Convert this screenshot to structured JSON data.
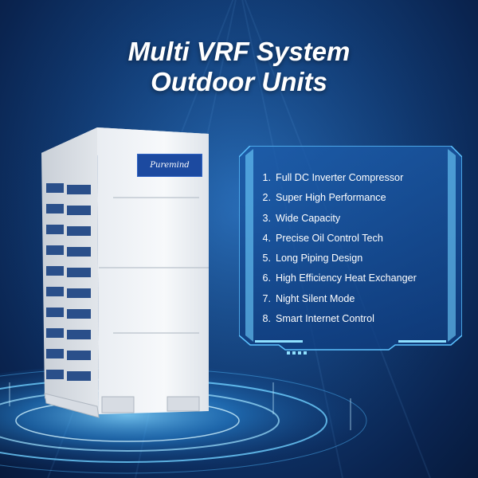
{
  "title": {
    "line1": "Multi VRF System",
    "line2": "Outdoor Units"
  },
  "brand_label": "Puremind",
  "features": [
    {
      "num": "1.",
      "text": "Full DC Inverter Compressor"
    },
    {
      "num": "2.",
      "text": "Super High Performance"
    },
    {
      "num": "3.",
      "text": "Wide Capacity"
    },
    {
      "num": "4.",
      "text": "Precise Oil Control Tech"
    },
    {
      "num": "5.",
      "text": "Long Piping Design"
    },
    {
      "num": "6.",
      "text": "High Efficiency Heat Exchanger"
    },
    {
      "num": "7.",
      "text": "Night Silent Mode"
    },
    {
      "num": "8.",
      "text": "Smart Internet Control"
    }
  ],
  "colors": {
    "background": "#0f3a75",
    "panel_border": "#4fb3ff",
    "glow": "#33aaff",
    "text": "#ffffff"
  }
}
